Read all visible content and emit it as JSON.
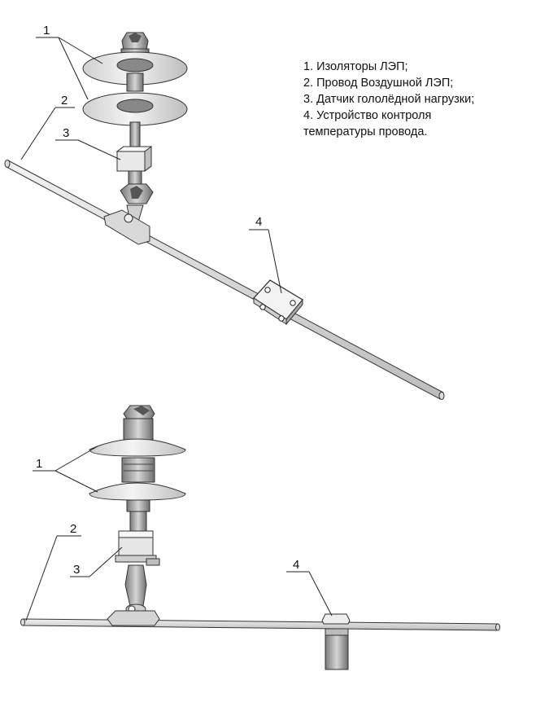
{
  "legend": [
    "1. Изоляторы ЛЭП;",
    "2. Провод Воздушной ЛЭП;",
    "3. Датчик гололёдной нагрузки;",
    "4. Устройство контроля\nтемпературы провода."
  ],
  "top_view": {
    "callouts": {
      "c1": "1",
      "c2": "2",
      "c3": "3",
      "c4": "4"
    }
  },
  "side_view": {
    "callouts": {
      "c1": "1",
      "c2": "2",
      "c3": "3",
      "c4": "4"
    }
  }
}
